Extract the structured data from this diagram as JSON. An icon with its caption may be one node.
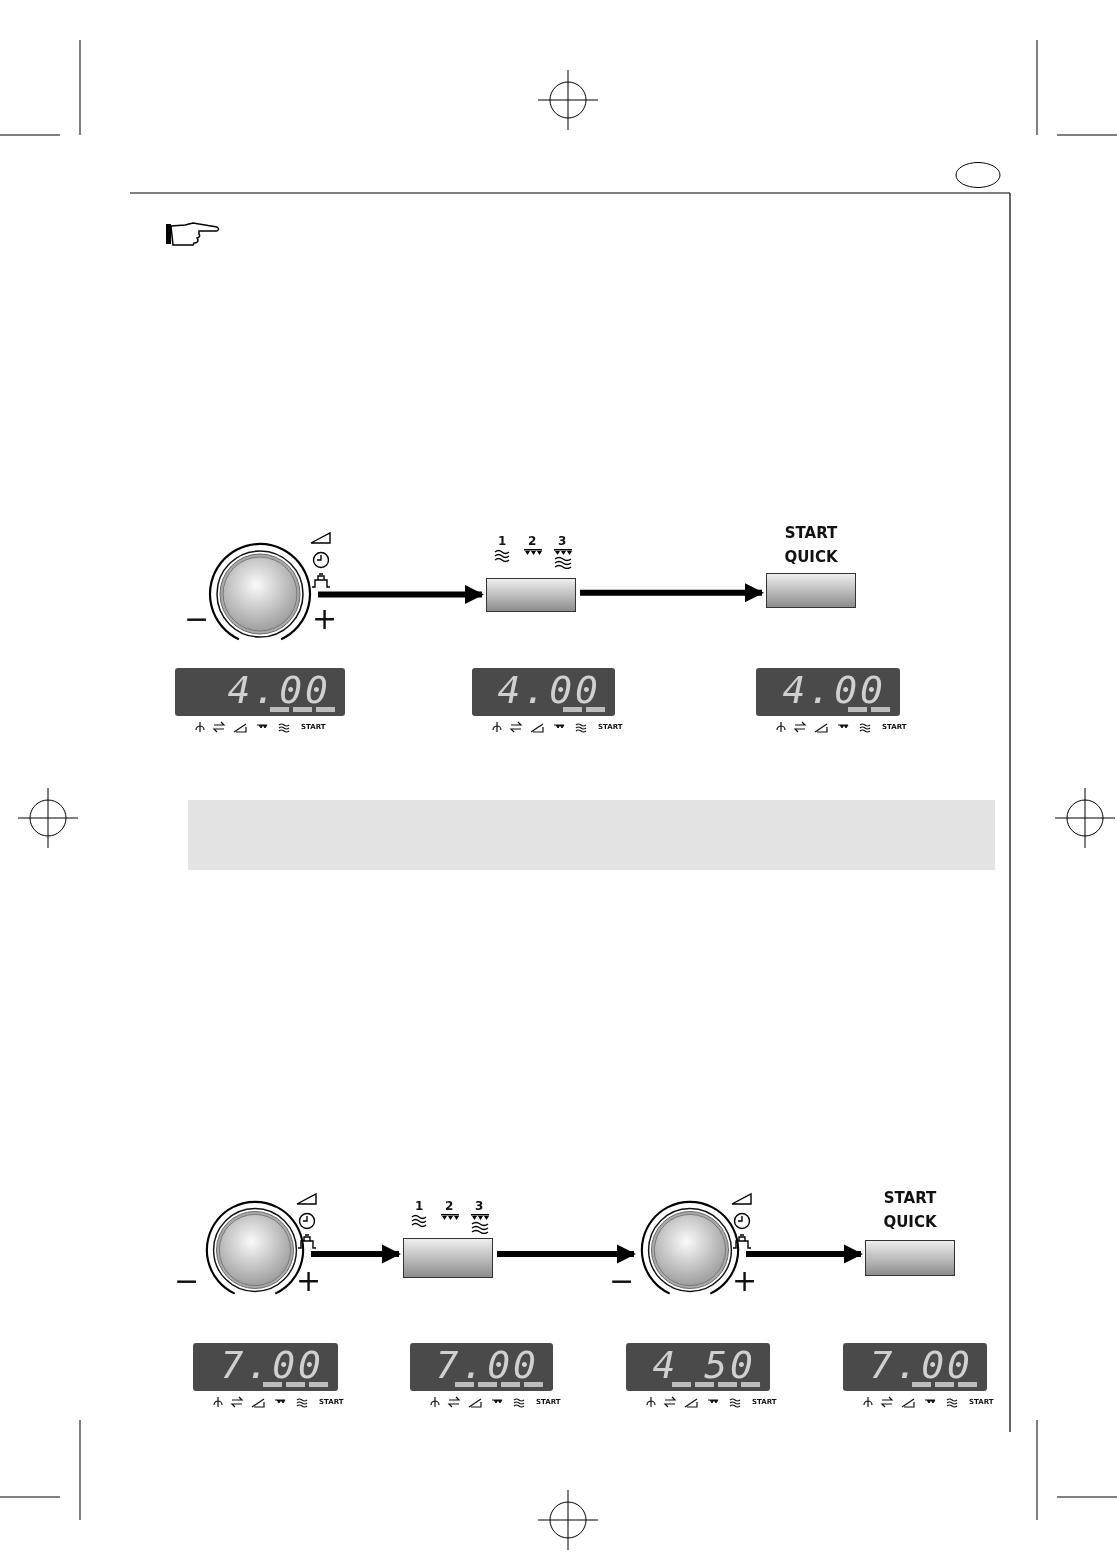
{
  "diagram": {
    "nodes": [
      {
        "text": [],
        "shape": "circle"
      },
      {
        "text": [
          "1",
          "2",
          "3"
        ]
      },
      {
        "text": [
          "START QUICK"
        ]
      },
      {
        "text": [],
        "shape": "box"
      },
      {
        "text": [],
        "shape": "circle"
      },
      {
        "text": [
          "1",
          "2",
          "3"
        ]
      },
      {
        "text": [],
        "shape": "circle"
      },
      {
        "text": [
          "START QUICK"
        ]
      }
    ],
    "edges": [
      {
        "from": 0,
        "to": 1,
        "arrow": "to"
      },
      {
        "from": 1,
        "to": 2,
        "arrow": "to"
      },
      {
        "from": 4,
        "to": 5,
        "arrow": "to"
      },
      {
        "from": 5,
        "to": 6,
        "arrow": "to"
      },
      {
        "from": 6,
        "to": 7,
        "arrow": "to"
      }
    ],
    "labels": [
      "−",
      "+",
      "4.00",
      "START",
      "4.00",
      "START",
      "4.00",
      "START",
      "−",
      "+",
      "−",
      "+",
      "7.00",
      "START",
      "7.00",
      "START",
      "4 50",
      "START",
      "7.00",
      "START"
    ]
  }
}
